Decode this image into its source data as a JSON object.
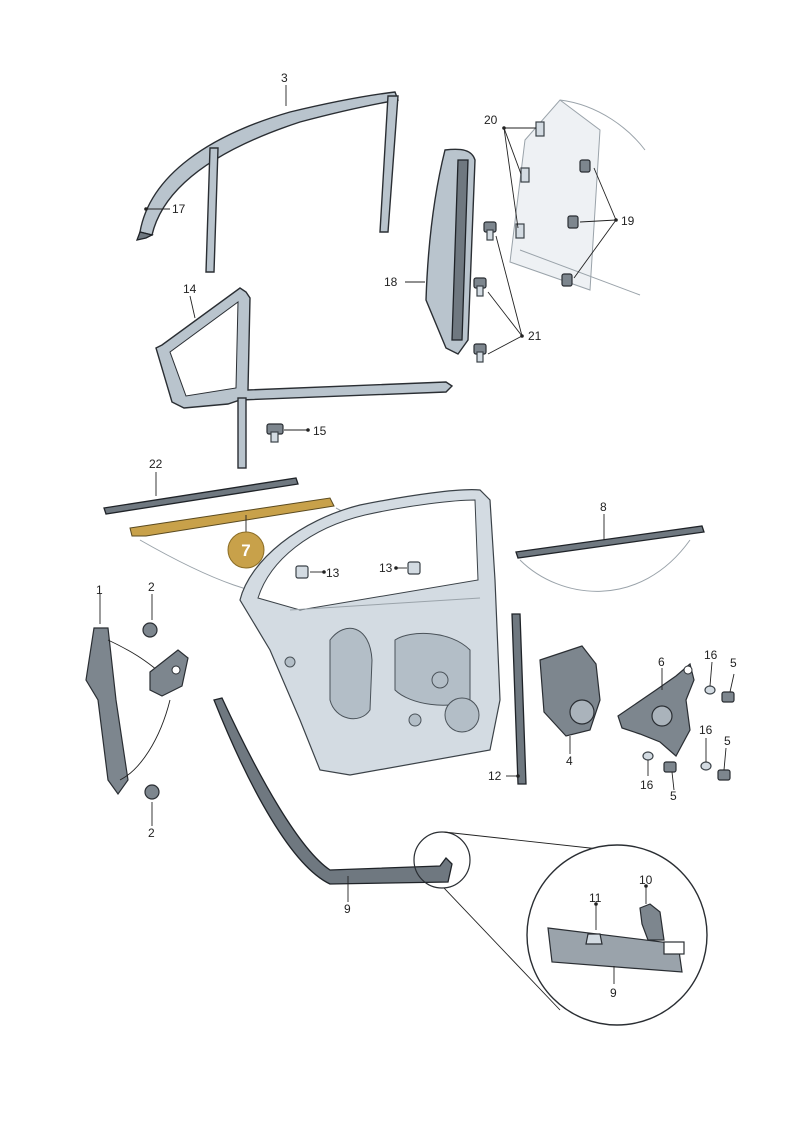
{
  "diagram": {
    "highlight_color": "#c8a14a",
    "labels": {
      "p1": "1",
      "p2a": "2",
      "p2b": "2",
      "p3": "3",
      "p4": "4",
      "p5a": "5",
      "p5b": "5",
      "p5c": "5",
      "p6": "6",
      "p7": "7",
      "p8": "8",
      "p9a": "9",
      "p9b": "9",
      "p10": "10",
      "p11": "11",
      "p12": "12",
      "p13a": "13",
      "p13b": "13",
      "p14": "14",
      "p15": "15",
      "p16a": "16",
      "p16b": "16",
      "p16c": "16",
      "p17": "17",
      "p18": "18",
      "p19": "19",
      "p20": "20",
      "p21": "21",
      "p22": "22"
    }
  }
}
